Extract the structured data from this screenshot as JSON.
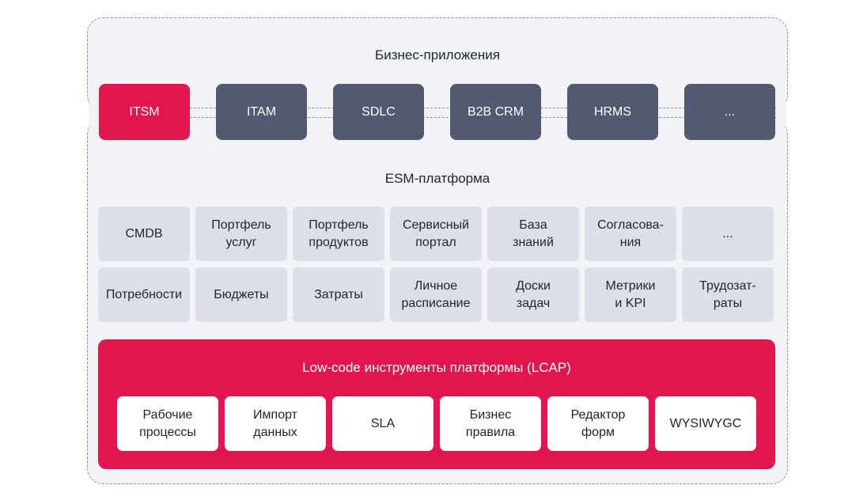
{
  "apps": {
    "title": "Бизнес-приложения",
    "items": [
      {
        "label": "ITSM",
        "highlight": true
      },
      {
        "label": "ITAM",
        "highlight": false
      },
      {
        "label": "SDLC",
        "highlight": false
      },
      {
        "label": "B2B CRM",
        "highlight": false
      },
      {
        "label": "HRMS",
        "highlight": false
      },
      {
        "label": "...",
        "highlight": false
      }
    ]
  },
  "esm": {
    "title": "ESM-платформа",
    "modules": [
      "CMDB",
      "Портфель\nуслуг",
      "Портфель\nпродуктов",
      "Сервисный\nпортал",
      "База\nзнаний",
      "Согласова-\nния",
      "...",
      "Потребности",
      "Бюджеты",
      "Затраты",
      "Личное\nрасписание",
      "Доски\nзадач",
      "Метрики\nи KPI",
      "Трудозат-\nраты"
    ]
  },
  "lcap": {
    "title": "Low-code инструменты платформы (LCAP)",
    "tools": [
      "Рабочие\nпроцессы",
      "Импорт\nданных",
      "SLA",
      "Бизнес\nправила",
      "Редактор\nформ",
      "WYSIWYGC"
    ]
  },
  "colors": {
    "accent": "#e3154f",
    "app_box": "#525970",
    "module_bg": "#dcdfe8",
    "panel_bg": "#f2f3f7",
    "border": "#8a90a6"
  }
}
